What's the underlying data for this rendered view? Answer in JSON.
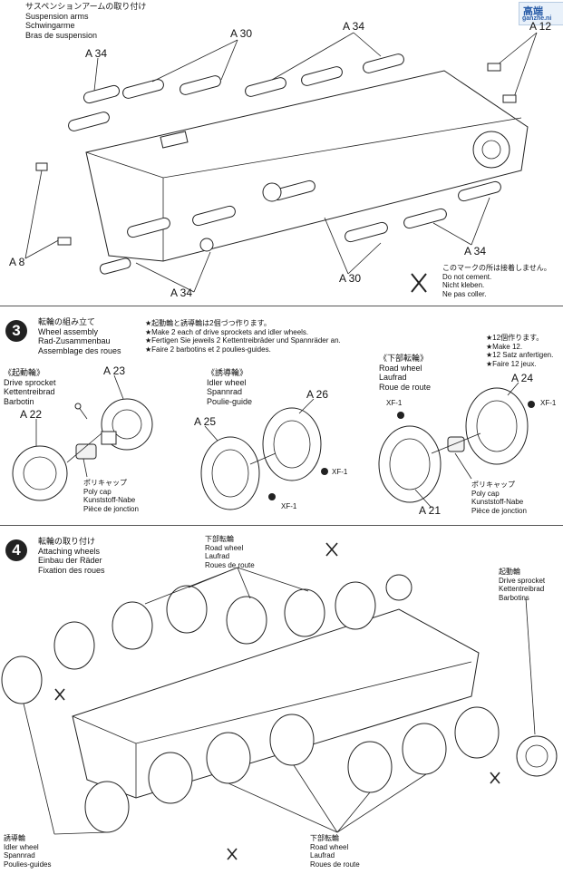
{
  "watermark": {
    "logo_top": "高端",
    "logo_sub": "ganzhe.ni"
  },
  "step2": {
    "header_lines": [
      "サスペンションアームの取り付け",
      "Suspension arms",
      "Schwingarme",
      "Bras de suspension"
    ],
    "labels": {
      "a34_top_left": "A 34",
      "a30_top": "A 30",
      "a34_top_right": "A 34",
      "a12": "A 12",
      "a8": "A 8",
      "a34_bottom": "A 34",
      "a30_bottom": "A 30",
      "a34_right": "A 34"
    },
    "no_cement": [
      "このマークの所は接着しません。",
      "Do not cement.",
      "Nicht kleben.",
      "Ne pas coller."
    ]
  },
  "step3": {
    "number": "3",
    "header_lines": [
      "転輪の組み立て",
      "Wheel assembly",
      "Rad-Zusammenbau",
      "Assemblage des roues"
    ],
    "note_lines": [
      "★起動輪と誘導輪は2個づつ作ります。",
      "★Make 2 each of drive sprockets and idler wheels.",
      "★Fertigen Sie jeweils 2 Kettentreibräder und Spannräder an.",
      "★Faire 2 barbotins et 2 poulies-guides."
    ],
    "drive": [
      "《起動輪》",
      "Drive sprocket",
      "Kettentreibrad",
      "Barbotin"
    ],
    "idler": [
      "《誘導輪》",
      "Idler wheel",
      "Spannrad",
      "Poulie-guide"
    ],
    "road": [
      "《下部転輪》",
      "Road wheel",
      "Laufrad",
      "Roue de route"
    ],
    "make12": [
      "★12個作ります。",
      "★Make 12.",
      "★12 Satz anfertigen.",
      "★Faire 12 jeux."
    ],
    "polycap": [
      "ポリキャップ",
      "Poly cap",
      "Kunststoff-Nabe",
      "Pièce de jonction"
    ],
    "labels": {
      "a23": "A 23",
      "a22": "A 22",
      "a26": "A 26",
      "a25": "A 25",
      "xf1_idler_a": "XF-1",
      "xf1_idler_b": "XF-1",
      "xf1_road_a": "XF-1",
      "xf1_road_b": "XF-1",
      "a24": "A 24",
      "a21": "A 21"
    }
  },
  "step4": {
    "number": "4",
    "header_lines": [
      "転輪の取り付け",
      "Attaching wheels",
      "Einbau der Räder",
      "Fixation des roues"
    ],
    "road_top": [
      "下部転輪",
      "Road wheel",
      "Laufrad",
      "Roues de route"
    ],
    "drive": [
      "起動輪",
      "Drive sprocket",
      "Kettentreibrad",
      "Barbotins"
    ],
    "idler": [
      "誘導輪",
      "Idler wheel",
      "Spannrad",
      "Poulies-guides"
    ],
    "road_bottom": [
      "下部転輪",
      "Road wheel",
      "Laufrad",
      "Roues de route"
    ]
  }
}
